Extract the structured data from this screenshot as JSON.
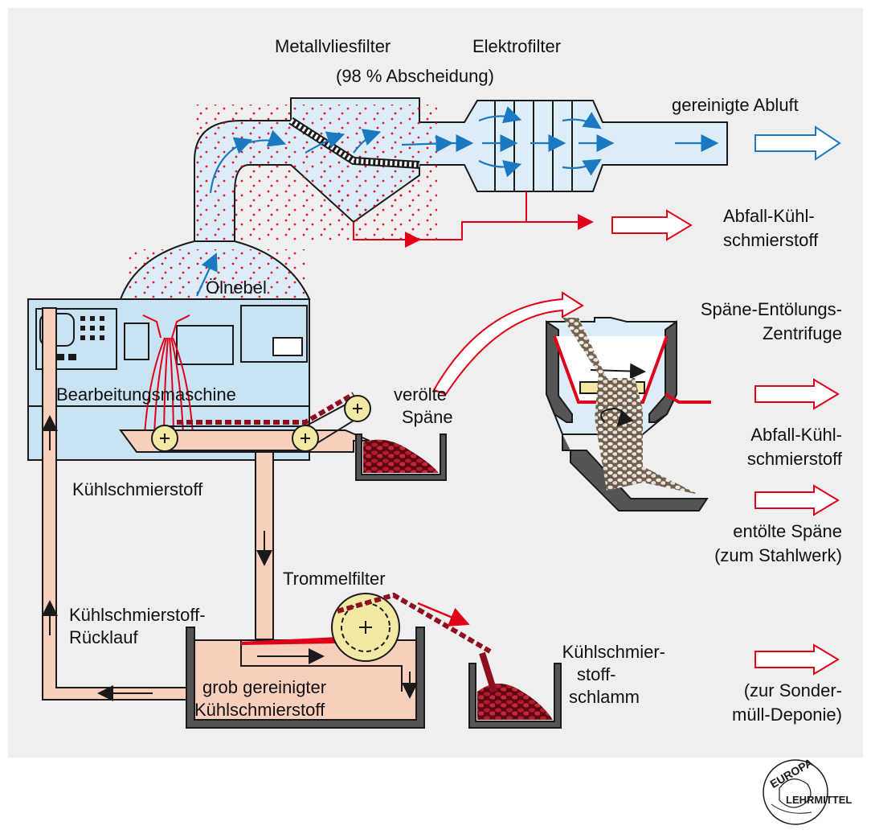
{
  "labels": {
    "metallvliesfilter": "Metallvliesfilter",
    "abscheidung": "(98 % Abscheidung)",
    "elektrofilter": "Elektrofilter",
    "gereinigte_abluft": "gereinigte Abluft",
    "abfall_kss_1_line1": "Abfall-Kühl-",
    "abfall_kss_1_line2": "schmierstoff",
    "oelnebel": "Ölnebel",
    "spaene_zentrifuge_line1": "Späne-Entölungs-",
    "spaene_zentrifuge_line2": "Zentrifuge",
    "bearbeitungsmaschine": "Bearbeitungsmaschine",
    "veroelte_line1": "verölte",
    "veroelte_line2": "Späne",
    "abfall_kss_2_line1": "Abfall-Kühl-",
    "abfall_kss_2_line2": "schmierstoff",
    "kuehlschmierstoff": "Kühlschmierstoff",
    "entoelte_line1": "entölte Späne",
    "entoelte_line2": "(zum Stahlwerk)",
    "trommelfilter": "Trommelfilter",
    "ruecklauf_line1": "Kühlschmierstoff-",
    "ruecklauf_line2": "Rücklauf",
    "schlamm_line1": "Kühlschmier-",
    "schlamm_line2": "stoff-",
    "schlamm_line3": "schlamm",
    "grob_line1": "grob gereinigter",
    "grob_line2": "Kühlschmierstoff",
    "sonder_line1": "(zur Sonder-",
    "sonder_line2": "müll-Deponie)"
  },
  "logo": {
    "top": "EUROPA",
    "bottom": "LEHRMITTEL"
  },
  "colors": {
    "panel": "#efefef",
    "machine": "#c9e3f2",
    "duct": "#dcedf7",
    "coolant": "#f8cfbd",
    "oil_red": "#e1001a",
    "chips": "#8e1020",
    "flow_blue": "#1b79c1",
    "roller": "#f2e9a4",
    "outline": "#1a1a1a"
  }
}
